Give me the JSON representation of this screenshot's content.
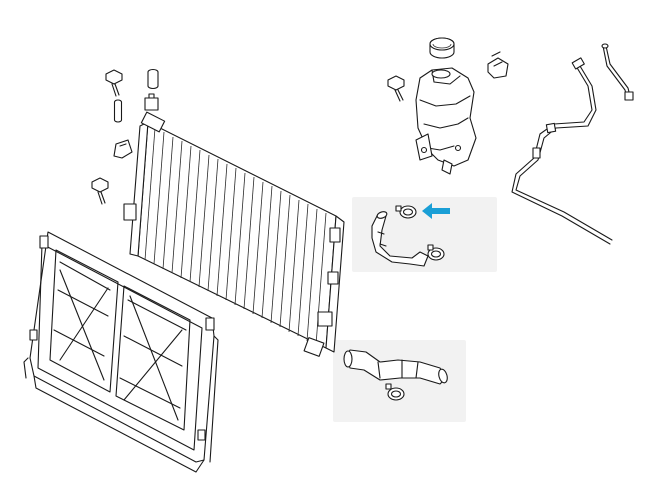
{
  "diagram": {
    "callout_arrow_color": "#1a9fd6",
    "line_color": "#1a1a1a",
    "background": "#ffffff",
    "parts": [
      {
        "id": "radiator",
        "icon": "radiator"
      },
      {
        "id": "fan-shroud",
        "icon": "fan-shroud"
      },
      {
        "id": "coolant-reservoir",
        "icon": "expansion-tank"
      },
      {
        "id": "reservoir-cap",
        "icon": "cap"
      },
      {
        "id": "upper-hose",
        "icon": "hose"
      },
      {
        "id": "lower-hose",
        "icon": "hose"
      },
      {
        "id": "hose-clamps",
        "icon": "clamp"
      },
      {
        "id": "overflow-line",
        "icon": "tube"
      },
      {
        "id": "bolts",
        "icon": "bolt"
      },
      {
        "id": "mounting-bracket",
        "icon": "bracket"
      },
      {
        "id": "rubber-isolators",
        "icon": "bushing"
      }
    ]
  }
}
